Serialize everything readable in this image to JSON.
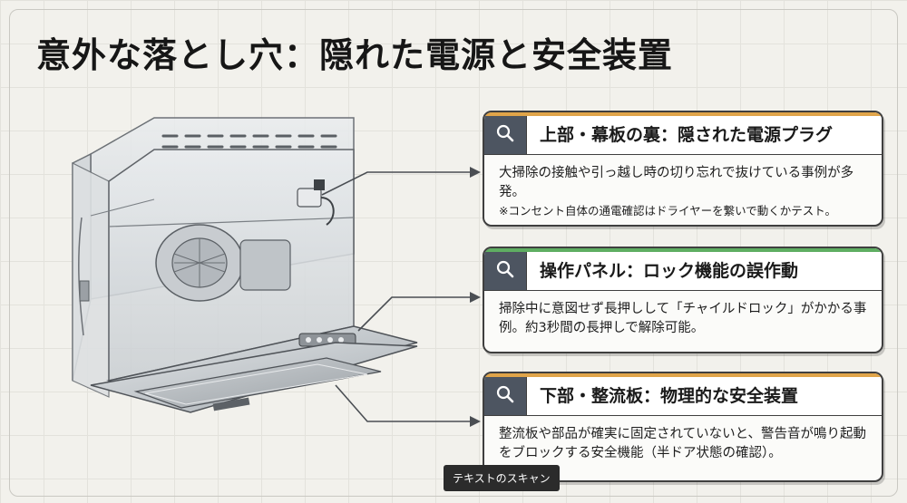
{
  "title": "意外な落とし穴：隠れた電源と安全装置",
  "cards": [
    {
      "icon": "search-icon",
      "heading": "上部・幕板の裏：隠された電源プラグ",
      "body": "大掃除の接触や引っ越し時の切り忘れで抜けている事例が多発。",
      "note": "※コンセント自体の通電確認はドライヤーを繋いで動くかテスト。",
      "accent_color": "#e0a449"
    },
    {
      "icon": "search-icon",
      "heading": "操作パネル：ロック機能の誤作動",
      "body": "掃除中に意図せず長押しして「チャイルドロック」がかかる事例。約3秒間の長押しで解除可能。",
      "accent_color": "#5fae62"
    },
    {
      "icon": "search-icon",
      "heading": "下部・整流板：物理的な安全装置",
      "body": "整流板や部品が確実に固定されていないと、警告音が鳴り起動をブロックする安全機能（半ドア状態の確認）。",
      "accent_color": "#e0a449"
    }
  ],
  "tooltip": "テキストのスキャン"
}
